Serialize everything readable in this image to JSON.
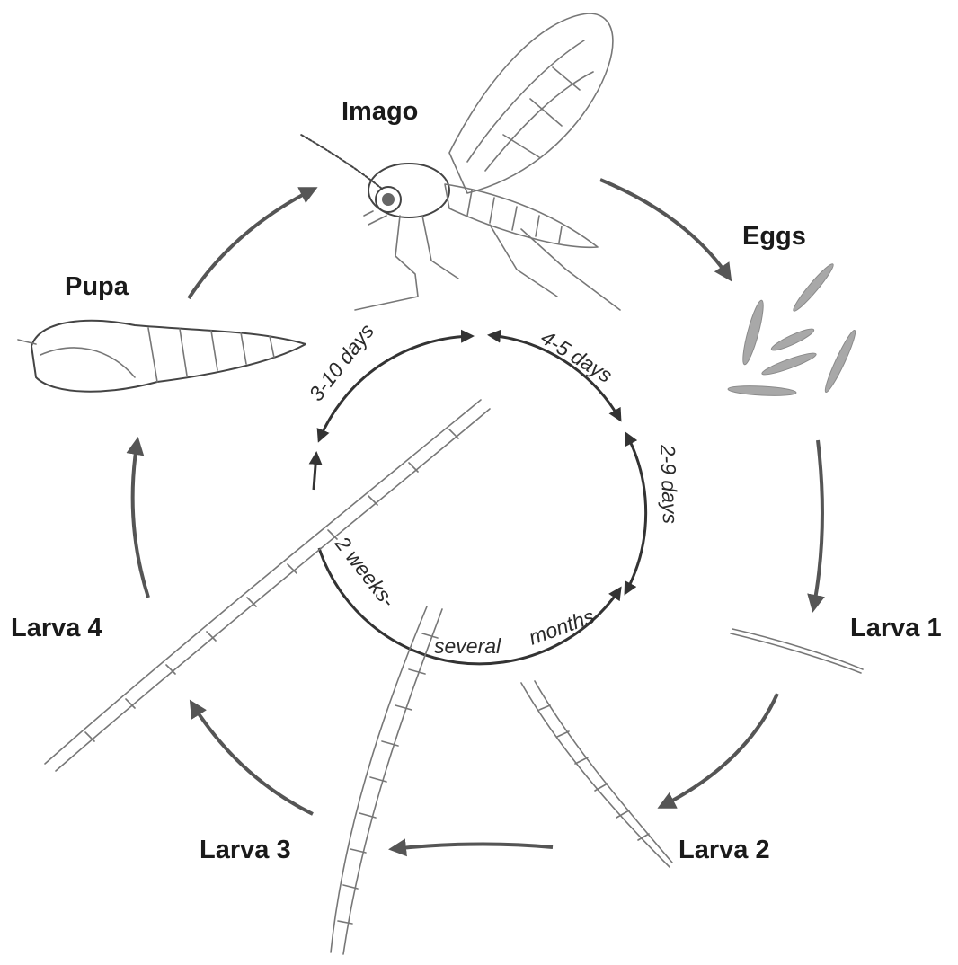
{
  "stages": {
    "imago": "Imago",
    "eggs": "Eggs",
    "larva1": "Larva 1",
    "larva2": "Larva 2",
    "larva3": "Larva 3",
    "larva4": "Larva 4",
    "pupa": "Pupa"
  },
  "durations": {
    "imago_to_eggs": "4-5 days",
    "eggs_to_larva1": "2-9 days",
    "larval_part1": "2 weeks-",
    "larval_part2": "several",
    "larval_part3": "months",
    "pupa_to_imago": "3-10 days"
  }
}
